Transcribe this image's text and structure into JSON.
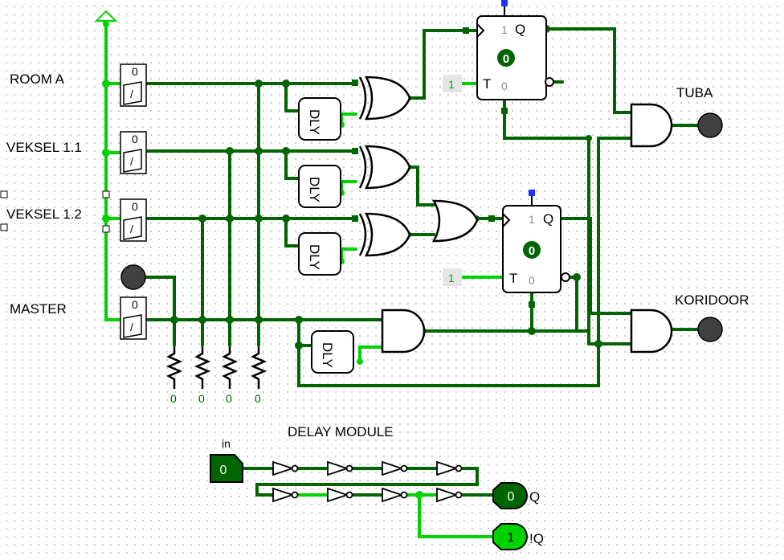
{
  "labels": {
    "room_a": "ROOM A",
    "veksel_11": "VEKSEL 1.1",
    "veksel_12": "VEKSEL 1.2",
    "master": "MASTER",
    "tuba": "TUBA",
    "koridoor": "KORIDOOR",
    "delay_module": "DELAY MODULE"
  },
  "switches": {
    "on_text": "0",
    "off_text": "/"
  },
  "pulldowns": [
    "0",
    "0",
    "0",
    "0"
  ],
  "delay_block": "DLY",
  "flipflops": [
    {
      "q_label": "Q",
      "t_label": "T",
      "top_val": "1",
      "bottom_val": "0",
      "state": "0",
      "t_input": "1"
    },
    {
      "q_label": "Q",
      "t_label": "T",
      "top_val": "1",
      "bottom_val": "0",
      "state": "0",
      "t_input": "1"
    }
  ],
  "delay_module": {
    "input_label": "in",
    "input_value": "0",
    "q_label": "Q",
    "q_value": "0",
    "nq_label": "!Q",
    "nq_value": "1"
  },
  "colors": {
    "wire_low": "#006400",
    "wire_high": "#00d200",
    "state_bg": "#006400",
    "pin_blue": "#1e32ff"
  }
}
